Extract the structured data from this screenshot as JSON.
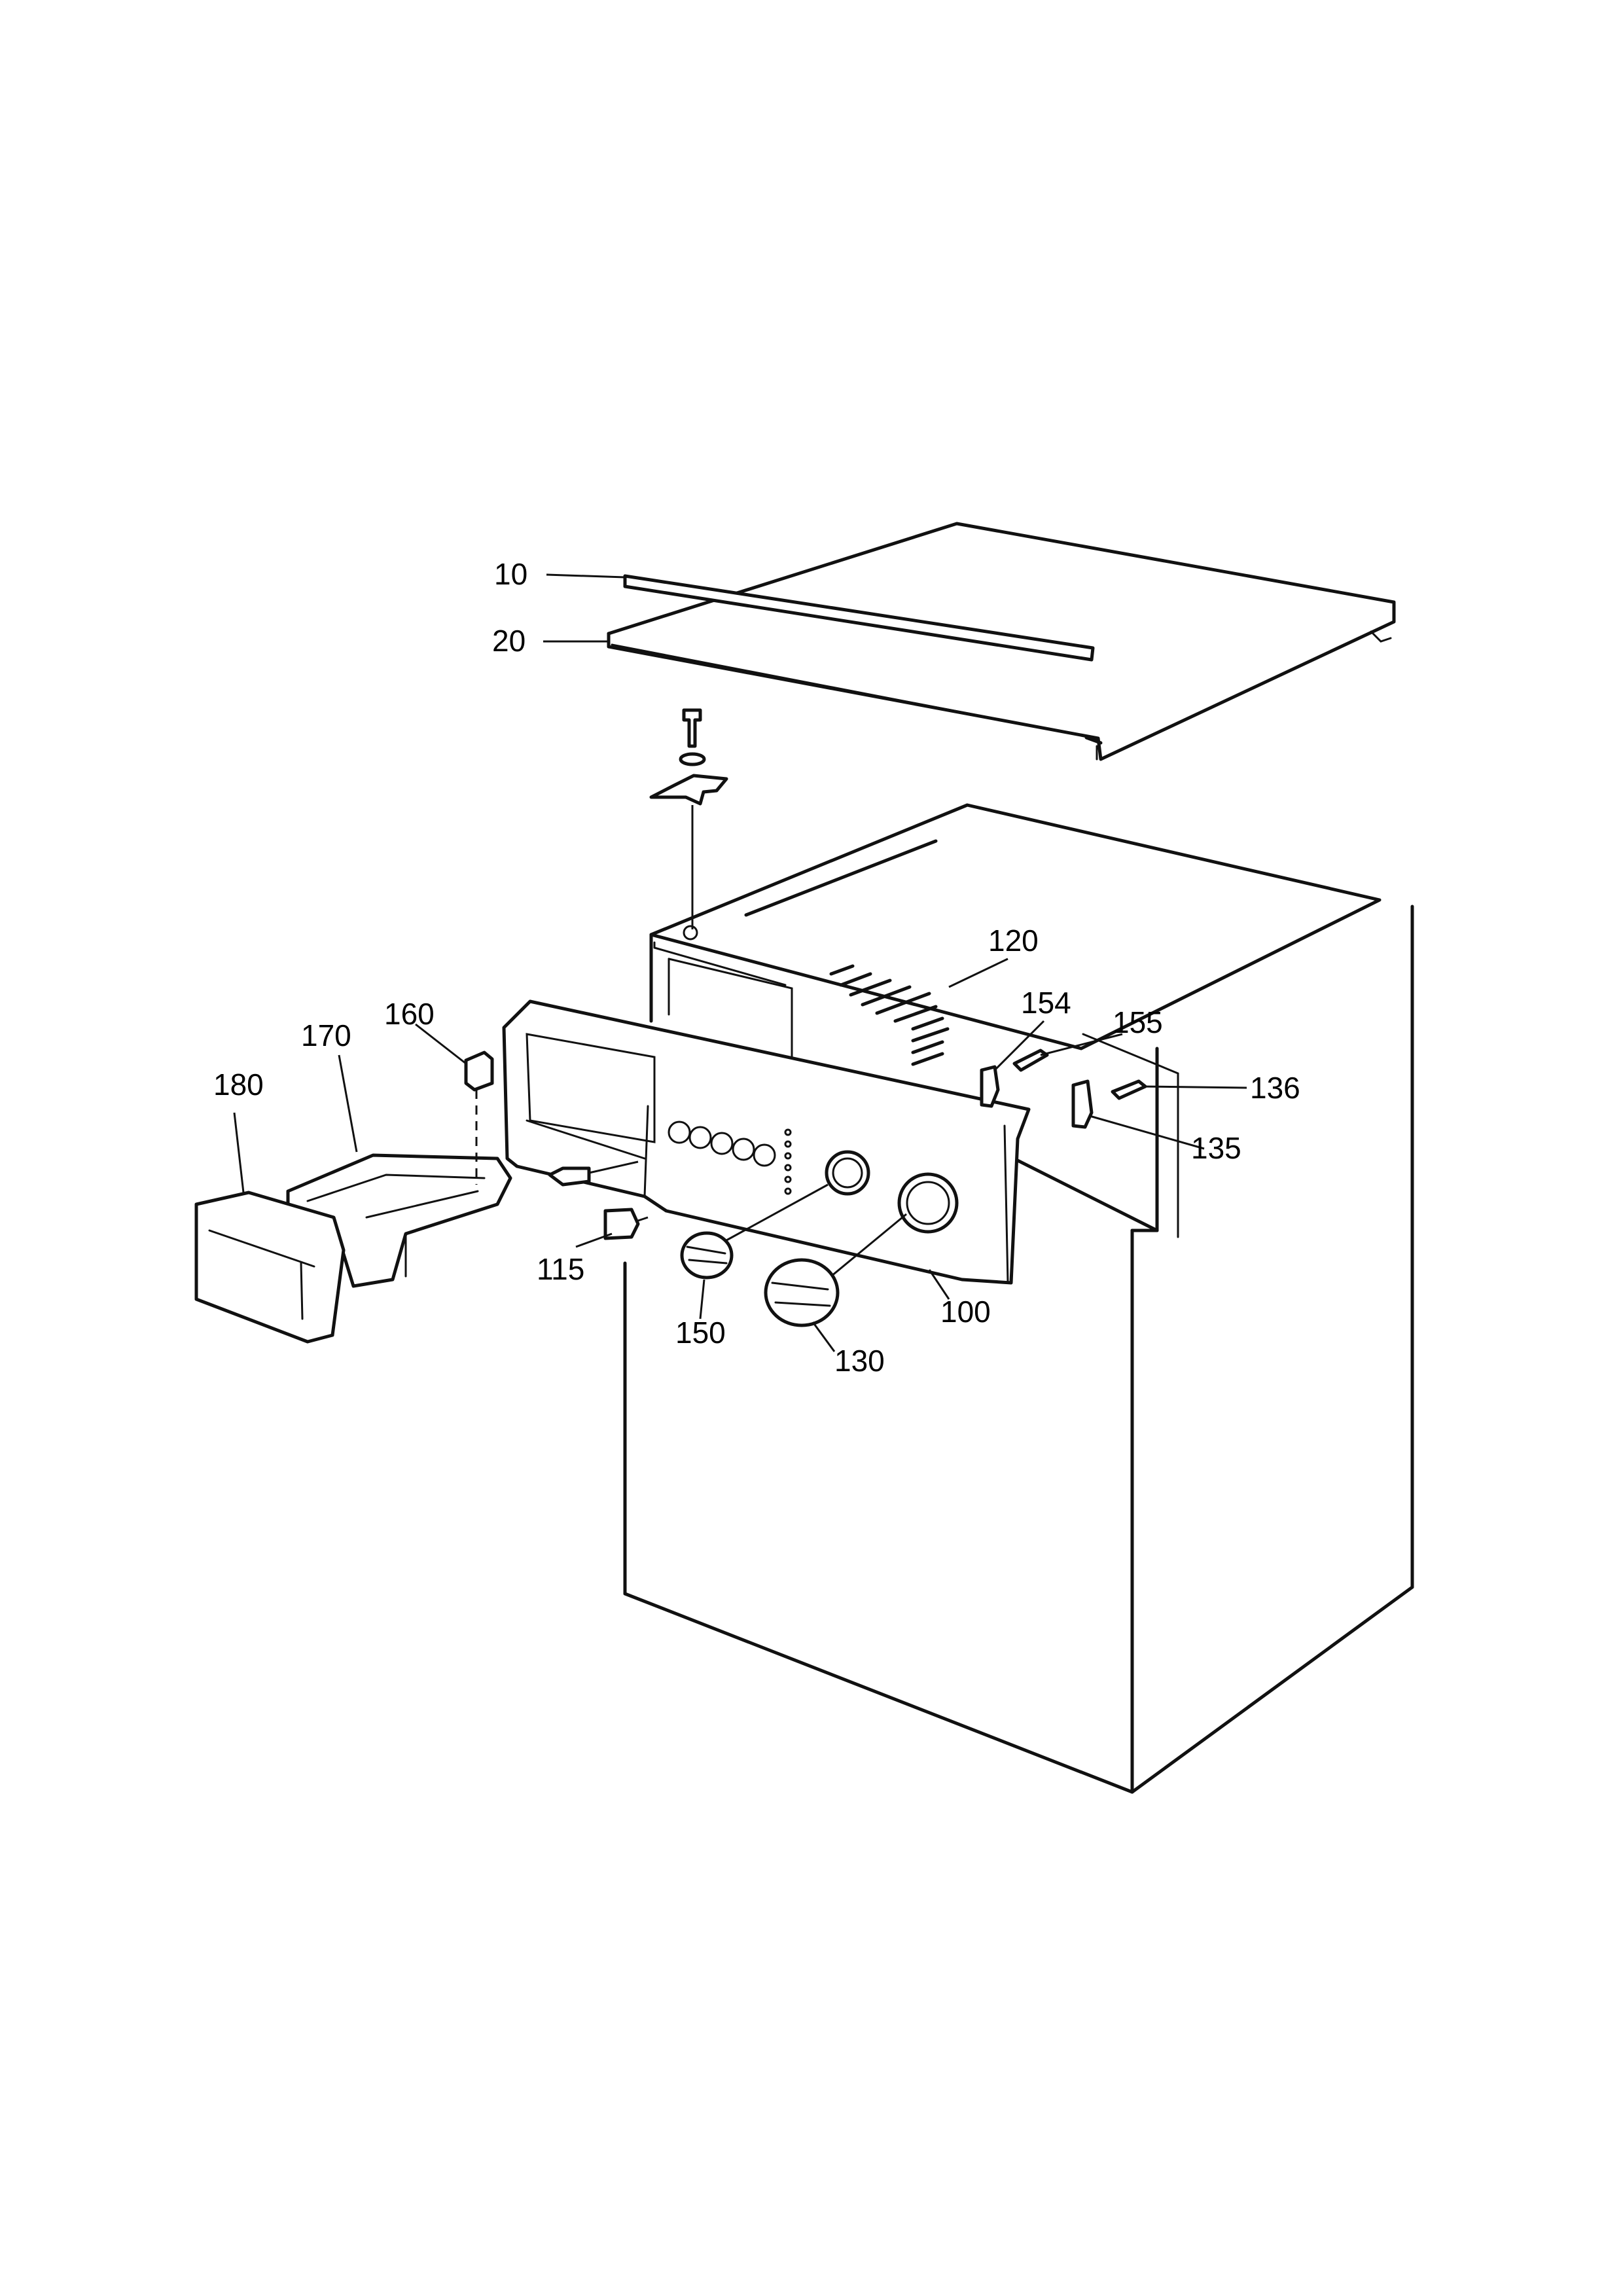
{
  "labels": {
    "p10": "10",
    "p20": "20",
    "p100": "100",
    "p115": "115",
    "p120": "120",
    "p130": "130",
    "p135": "135",
    "p136": "136",
    "p150": "150",
    "p154": "154",
    "p155": "155",
    "p160": "160",
    "p170": "170",
    "p180": "180"
  }
}
